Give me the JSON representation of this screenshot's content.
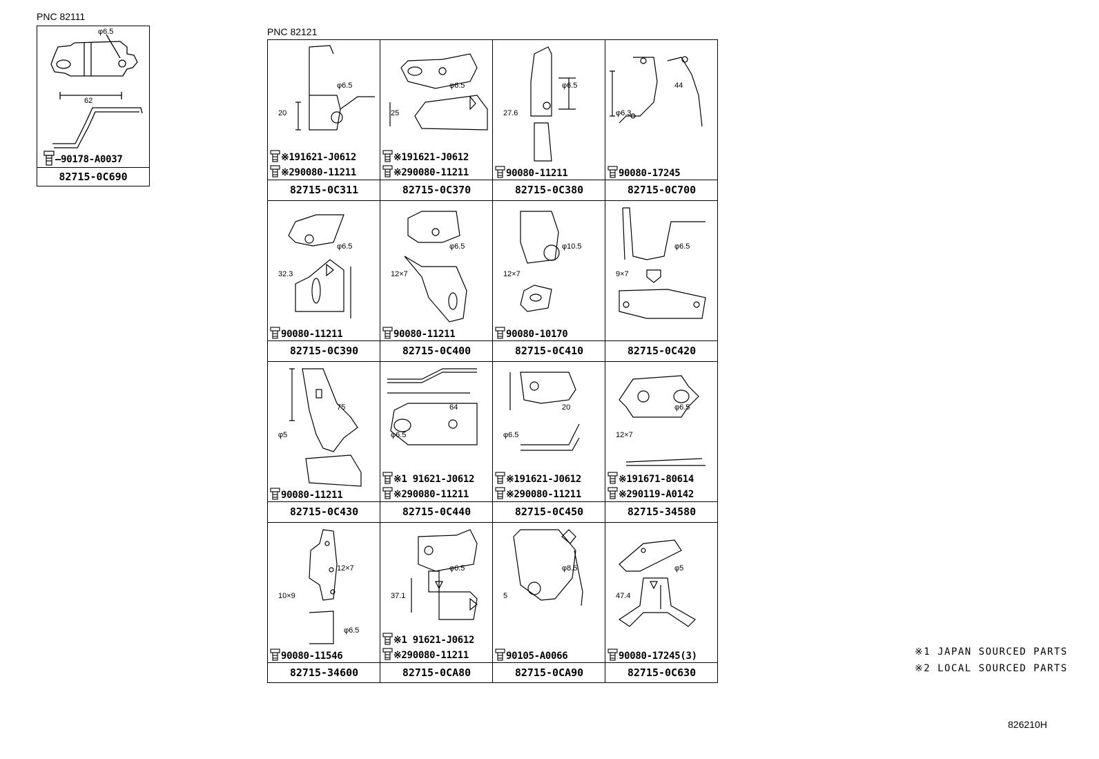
{
  "left_group": {
    "pnc": "PNC 82111",
    "bolt": "90178-A0037",
    "part": "82715-0C690",
    "dims": [
      "φ6.5",
      "62"
    ]
  },
  "main_group": {
    "pnc": "PNC 82121",
    "cells": [
      {
        "part": "82715-0C311",
        "bolts": [
          "※191621-J0612",
          "※290080-11211"
        ],
        "dims": [
          "φ6.5",
          "20"
        ]
      },
      {
        "part": "82715-0C370",
        "bolts": [
          "※191621-J0612",
          "※290080-11211"
        ],
        "dims": [
          "φ6.5",
          "25"
        ]
      },
      {
        "part": "82715-0C380",
        "bolts": [
          "90080-11211"
        ],
        "dims": [
          "φ6.5",
          "27.6"
        ]
      },
      {
        "part": "82715-0C700",
        "bolts": [
          "90080-17245"
        ],
        "dims": [
          "44",
          "φ6.3"
        ]
      },
      {
        "part": "82715-0C390",
        "bolts": [
          "90080-11211"
        ],
        "dims": [
          "φ6.5",
          "32.3"
        ]
      },
      {
        "part": "82715-0C400",
        "bolts": [
          "90080-11211"
        ],
        "dims": [
          "φ6.5",
          "12×7"
        ]
      },
      {
        "part": "82715-0C410",
        "bolts": [
          "90080-10170"
        ],
        "dims": [
          "φ10.5",
          "12×7"
        ]
      },
      {
        "part": "82715-0C420",
        "bolts": [],
        "dims": [
          "φ6.5",
          "9×7"
        ]
      },
      {
        "part": "82715-0C430",
        "bolts": [
          "90080-11211"
        ],
        "dims": [
          "75",
          "φ5"
        ]
      },
      {
        "part": "82715-0C440",
        "bolts": [
          "※1 91621-J0612",
          "※290080-11211"
        ],
        "dims": [
          "64",
          "φ6.5"
        ]
      },
      {
        "part": "82715-0C450",
        "bolts": [
          "※191621-J0612",
          "※290080-11211"
        ],
        "dims": [
          "20",
          "φ6.5"
        ]
      },
      {
        "part": "82715-34580",
        "bolts": [
          "※191671-80614",
          "※290119-A0142"
        ],
        "dims": [
          "φ6.5",
          "12×7"
        ]
      },
      {
        "part": "82715-34600",
        "bolts": [
          "90080-11546"
        ],
        "dims": [
          "12×7",
          "10×9",
          "φ6.5"
        ]
      },
      {
        "part": "82715-0CA80",
        "bolts": [
          "※1 91621-J0612",
          "※290080-11211"
        ],
        "dims": [
          "φ6.5",
          "37.1"
        ]
      },
      {
        "part": "82715-0CA90",
        "bolts": [
          "90105-A0066"
        ],
        "dims": [
          "φ8.5",
          "5"
        ]
      },
      {
        "part": "82715-0C630",
        "bolts": [
          "90080-17245(3)"
        ],
        "dims": [
          "φ5",
          "47.4"
        ]
      }
    ]
  },
  "notes": [
    "※1 JAPAN SOURCED PARTS",
    "※2 LOCAL SOURCED PARTS"
  ],
  "diagram_code": "826210H"
}
